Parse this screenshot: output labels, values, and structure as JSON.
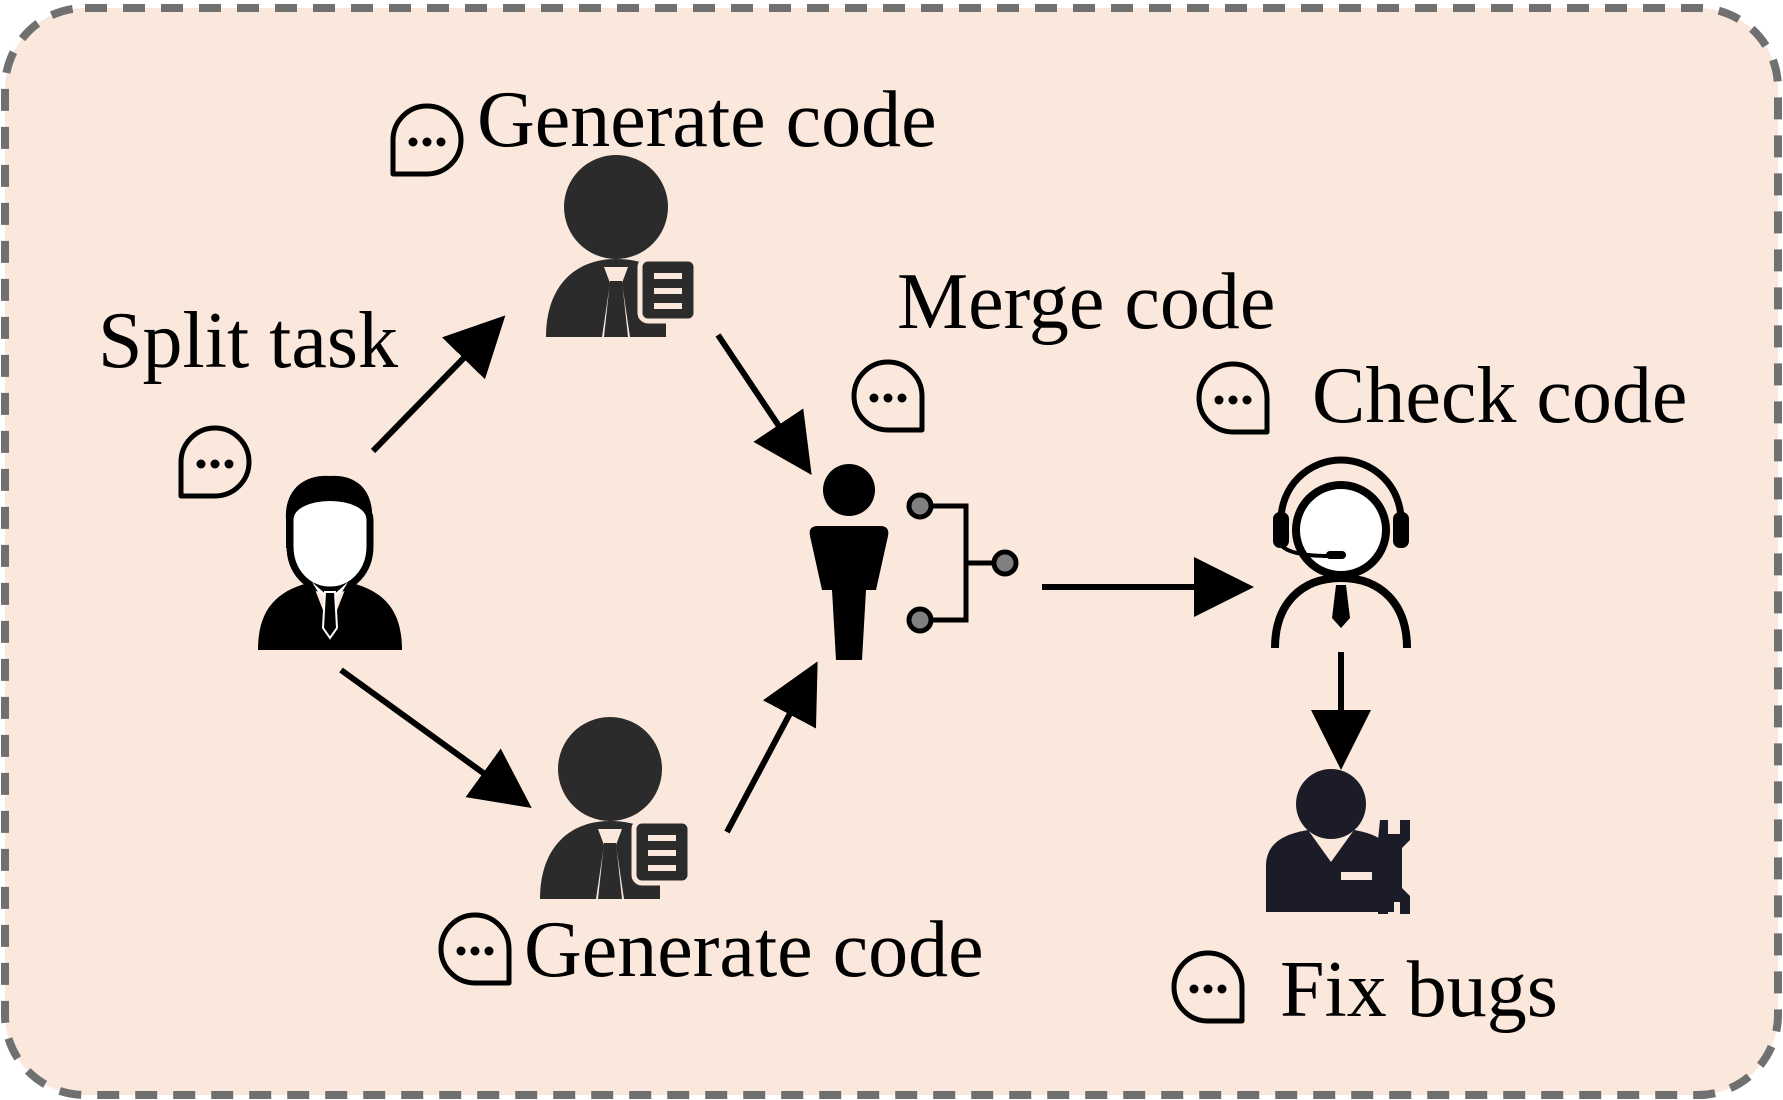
{
  "colors": {
    "background": "#fbe8dc",
    "border": "#707070",
    "icon": "#2b2b2b",
    "stroke": "#000000"
  },
  "nodes": {
    "split": {
      "label": "Split task",
      "icon": "manager-icon"
    },
    "generate_top": {
      "label": "Generate code",
      "icon": "developer-with-document-icon"
    },
    "generate_bottom": {
      "label": "Generate code",
      "icon": "developer-with-document-icon"
    },
    "merge": {
      "label": "Merge code",
      "icon": "person-with-branch-icon"
    },
    "check": {
      "label": "Check code",
      "icon": "support-agent-headset-icon"
    },
    "fix": {
      "label": "Fix bugs",
      "icon": "repair-worker-wrench-icon"
    }
  },
  "edges": [
    {
      "from": "split",
      "to": "generate_top"
    },
    {
      "from": "split",
      "to": "generate_bottom"
    },
    {
      "from": "generate_top",
      "to": "merge"
    },
    {
      "from": "generate_bottom",
      "to": "merge"
    },
    {
      "from": "merge",
      "to": "check"
    },
    {
      "from": "check",
      "to": "fix"
    }
  ]
}
